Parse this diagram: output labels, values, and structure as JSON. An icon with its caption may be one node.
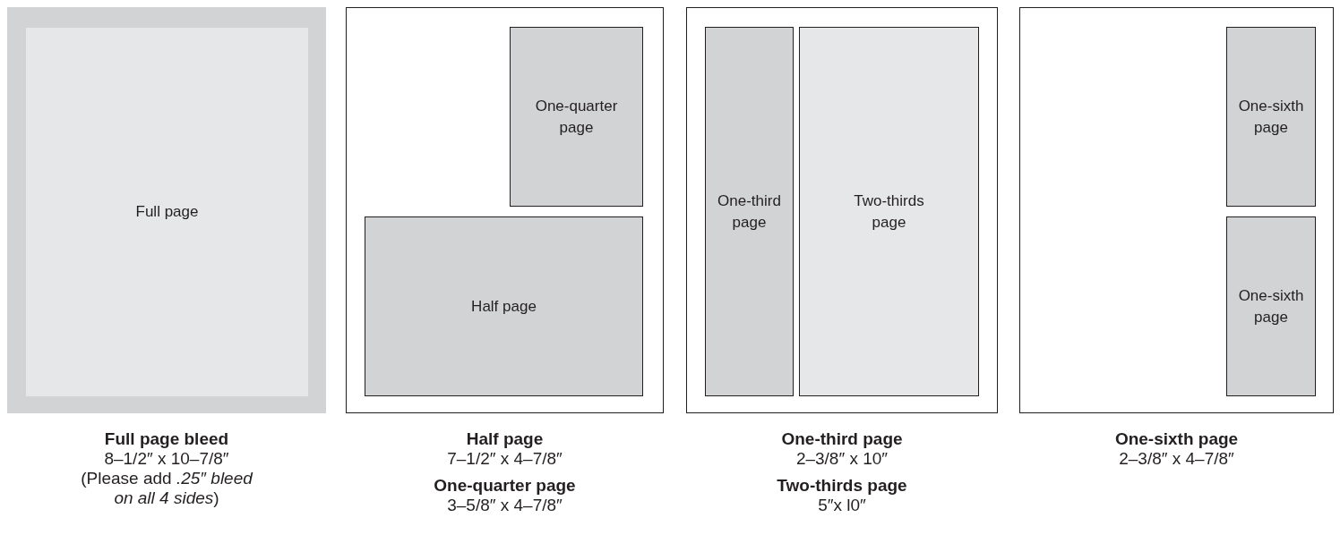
{
  "diagram": {
    "nodes": [
      {
        "text": [],
        "shape": "box",
        "beside": [
          "Full page bleed",
          "8–1/2″ x 10–7/8″",
          "(Please add *.25″ bleed on all 4 sides*)"
        ]
      },
      {
        "text": [
          "Full page"
        ],
        "in": 0
      },
      {
        "text": [],
        "shape": "box",
        "beside": [
          "Half page",
          "7–1/2″ x 4–7/8″",
          "One-quarter page",
          "3–5/8″ x 4–7/8″"
        ]
      },
      {
        "text": [
          "One-quarter page"
        ],
        "in": 2
      },
      {
        "text": [
          "Half page"
        ],
        "in": 2
      },
      {
        "text": [],
        "shape": "box",
        "beside": [
          "One-third page",
          "2–3/8″ x 10″",
          "Two-thirds page",
          "5″x l0″"
        ]
      },
      {
        "text": [
          "One-third page"
        ],
        "in": 5
      },
      {
        "text": [
          "Two-thirds page"
        ],
        "in": 5
      },
      {
        "text": [],
        "shape": "box",
        "beside": [
          "One-sixth page",
          "2–3/8″ x 4–7/8″"
        ]
      },
      {
        "text": [
          "One-sixth page"
        ],
        "in": 8
      },
      {
        "text": [
          "One-sixth page"
        ],
        "in": 8
      }
    ]
  }
}
